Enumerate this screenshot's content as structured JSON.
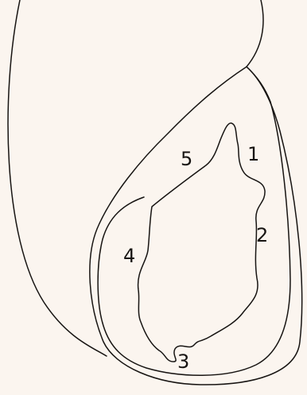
{
  "labels": {
    "one": "1",
    "two": "2",
    "three": "3",
    "four": "4",
    "five": "5"
  },
  "colors": {
    "background": "#fbf5ef",
    "ink": "#171412"
  }
}
